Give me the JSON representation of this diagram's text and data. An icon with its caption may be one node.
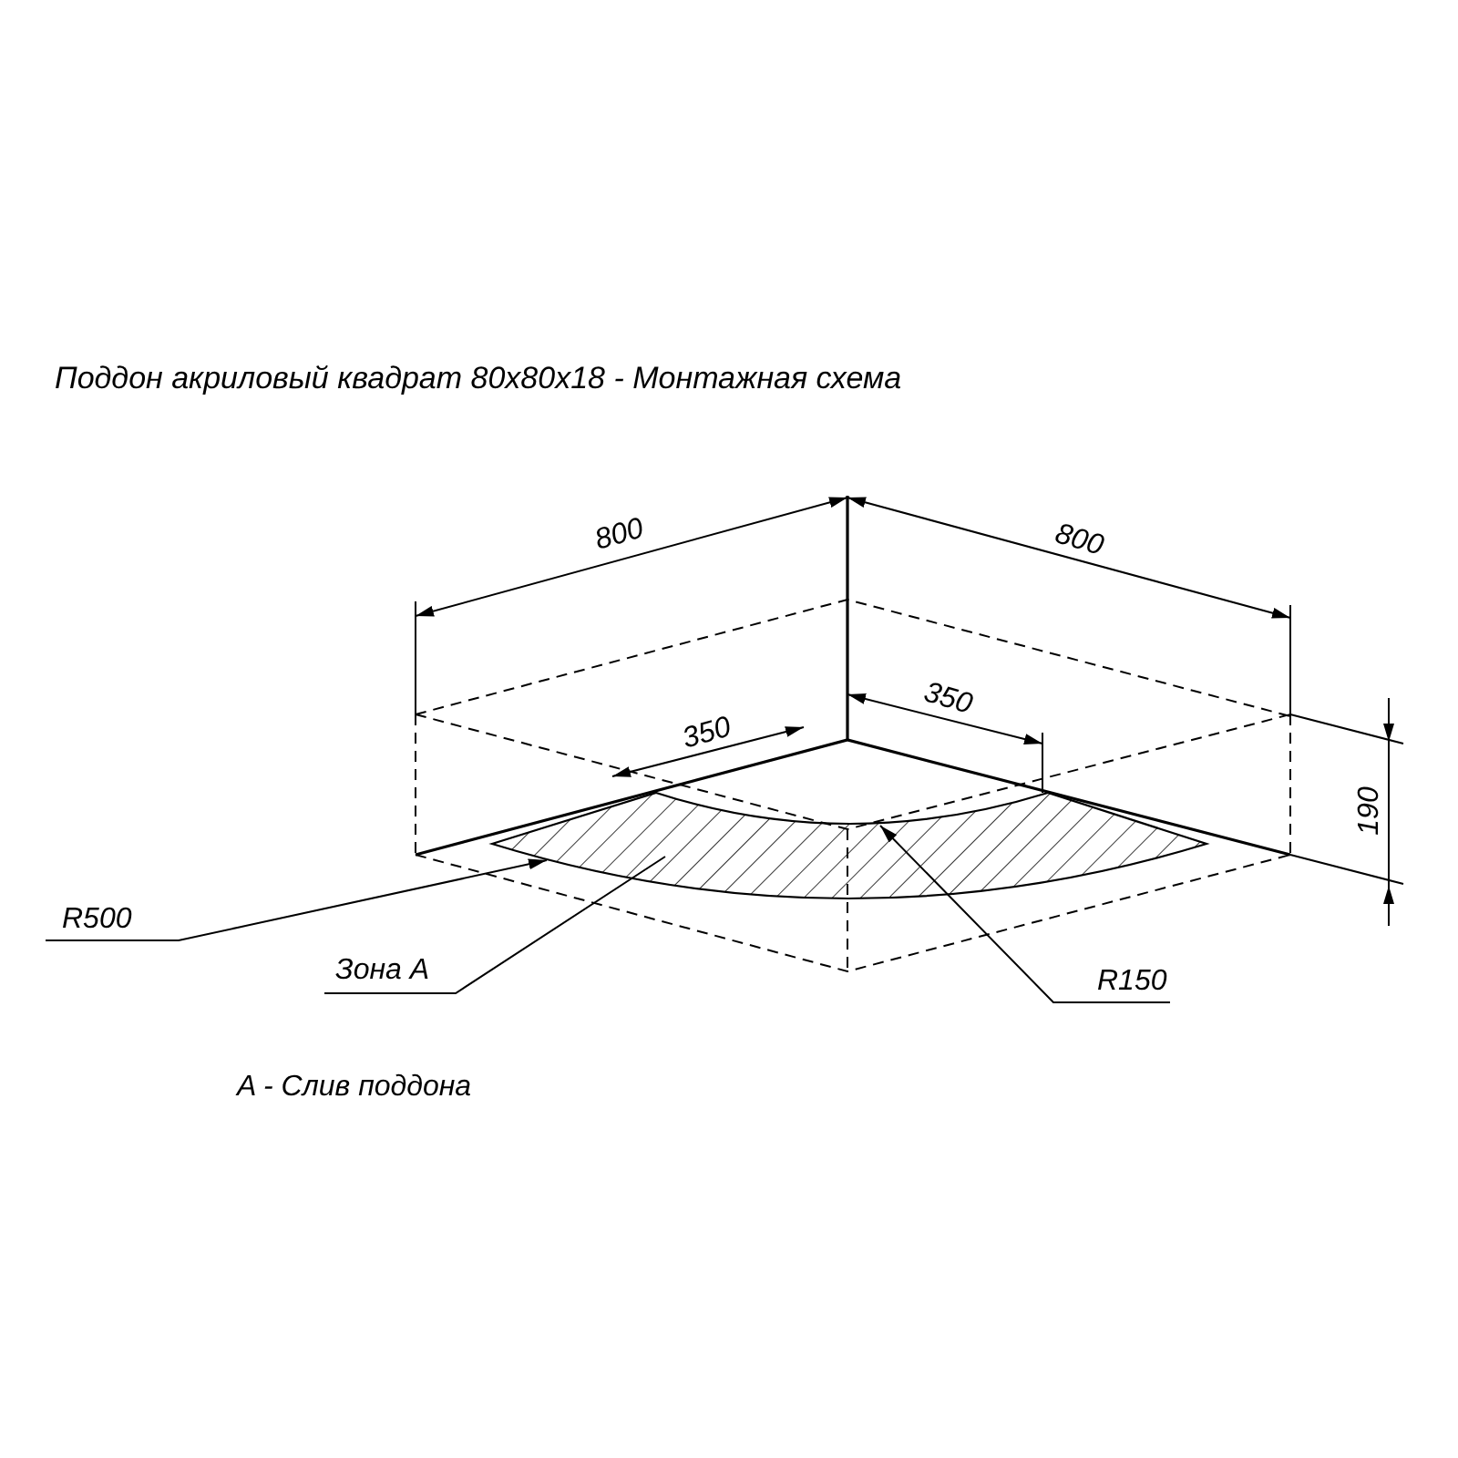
{
  "diagram": {
    "title": "Поддон акриловый квадрат 80x80x18 - Монтажная схема",
    "nodes": [
      {
        "text": [
          "R500"
        ]
      },
      {
        "text": [
          "Зона A"
        ]
      },
      {
        "text": [
          "R150"
        ]
      }
    ],
    "edges": [
      {
        "from": 0,
        "to": null,
        "arrow": "to"
      },
      {
        "from": 1,
        "to": null,
        "arrow": "none"
      },
      {
        "from": 2,
        "to": null,
        "arrow": "to"
      }
    ],
    "labels": [
      "800",
      "800",
      "350",
      "350",
      "190",
      "A - Слив поддона"
    ]
  }
}
